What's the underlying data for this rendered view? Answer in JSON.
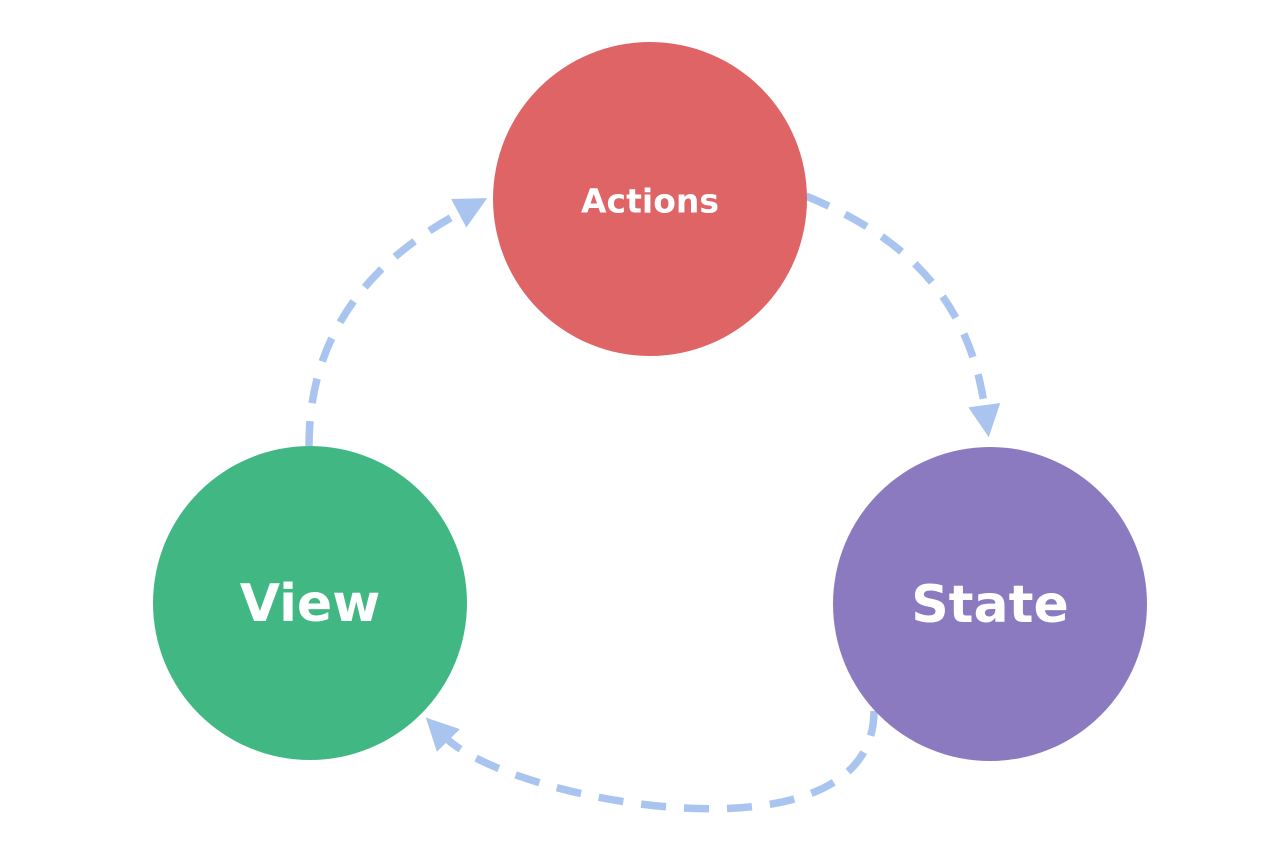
{
  "diagram": {
    "type": "cycle",
    "background": "#ffffff",
    "nodes": [
      {
        "id": "actions",
        "label": "Actions",
        "color": "#de6466",
        "text_color": "#ffffff"
      },
      {
        "id": "state",
        "label": "State",
        "color": "#8c7ac0",
        "text_color": "#ffffff"
      },
      {
        "id": "view",
        "label": "View",
        "color": "#41b883",
        "text_color": "#ffffff"
      }
    ],
    "arrows": {
      "color": "#aac4f0",
      "style": "dashed",
      "connections": [
        {
          "from": "actions",
          "to": "state"
        },
        {
          "from": "state",
          "to": "view"
        },
        {
          "from": "view",
          "to": "actions"
        }
      ]
    }
  }
}
